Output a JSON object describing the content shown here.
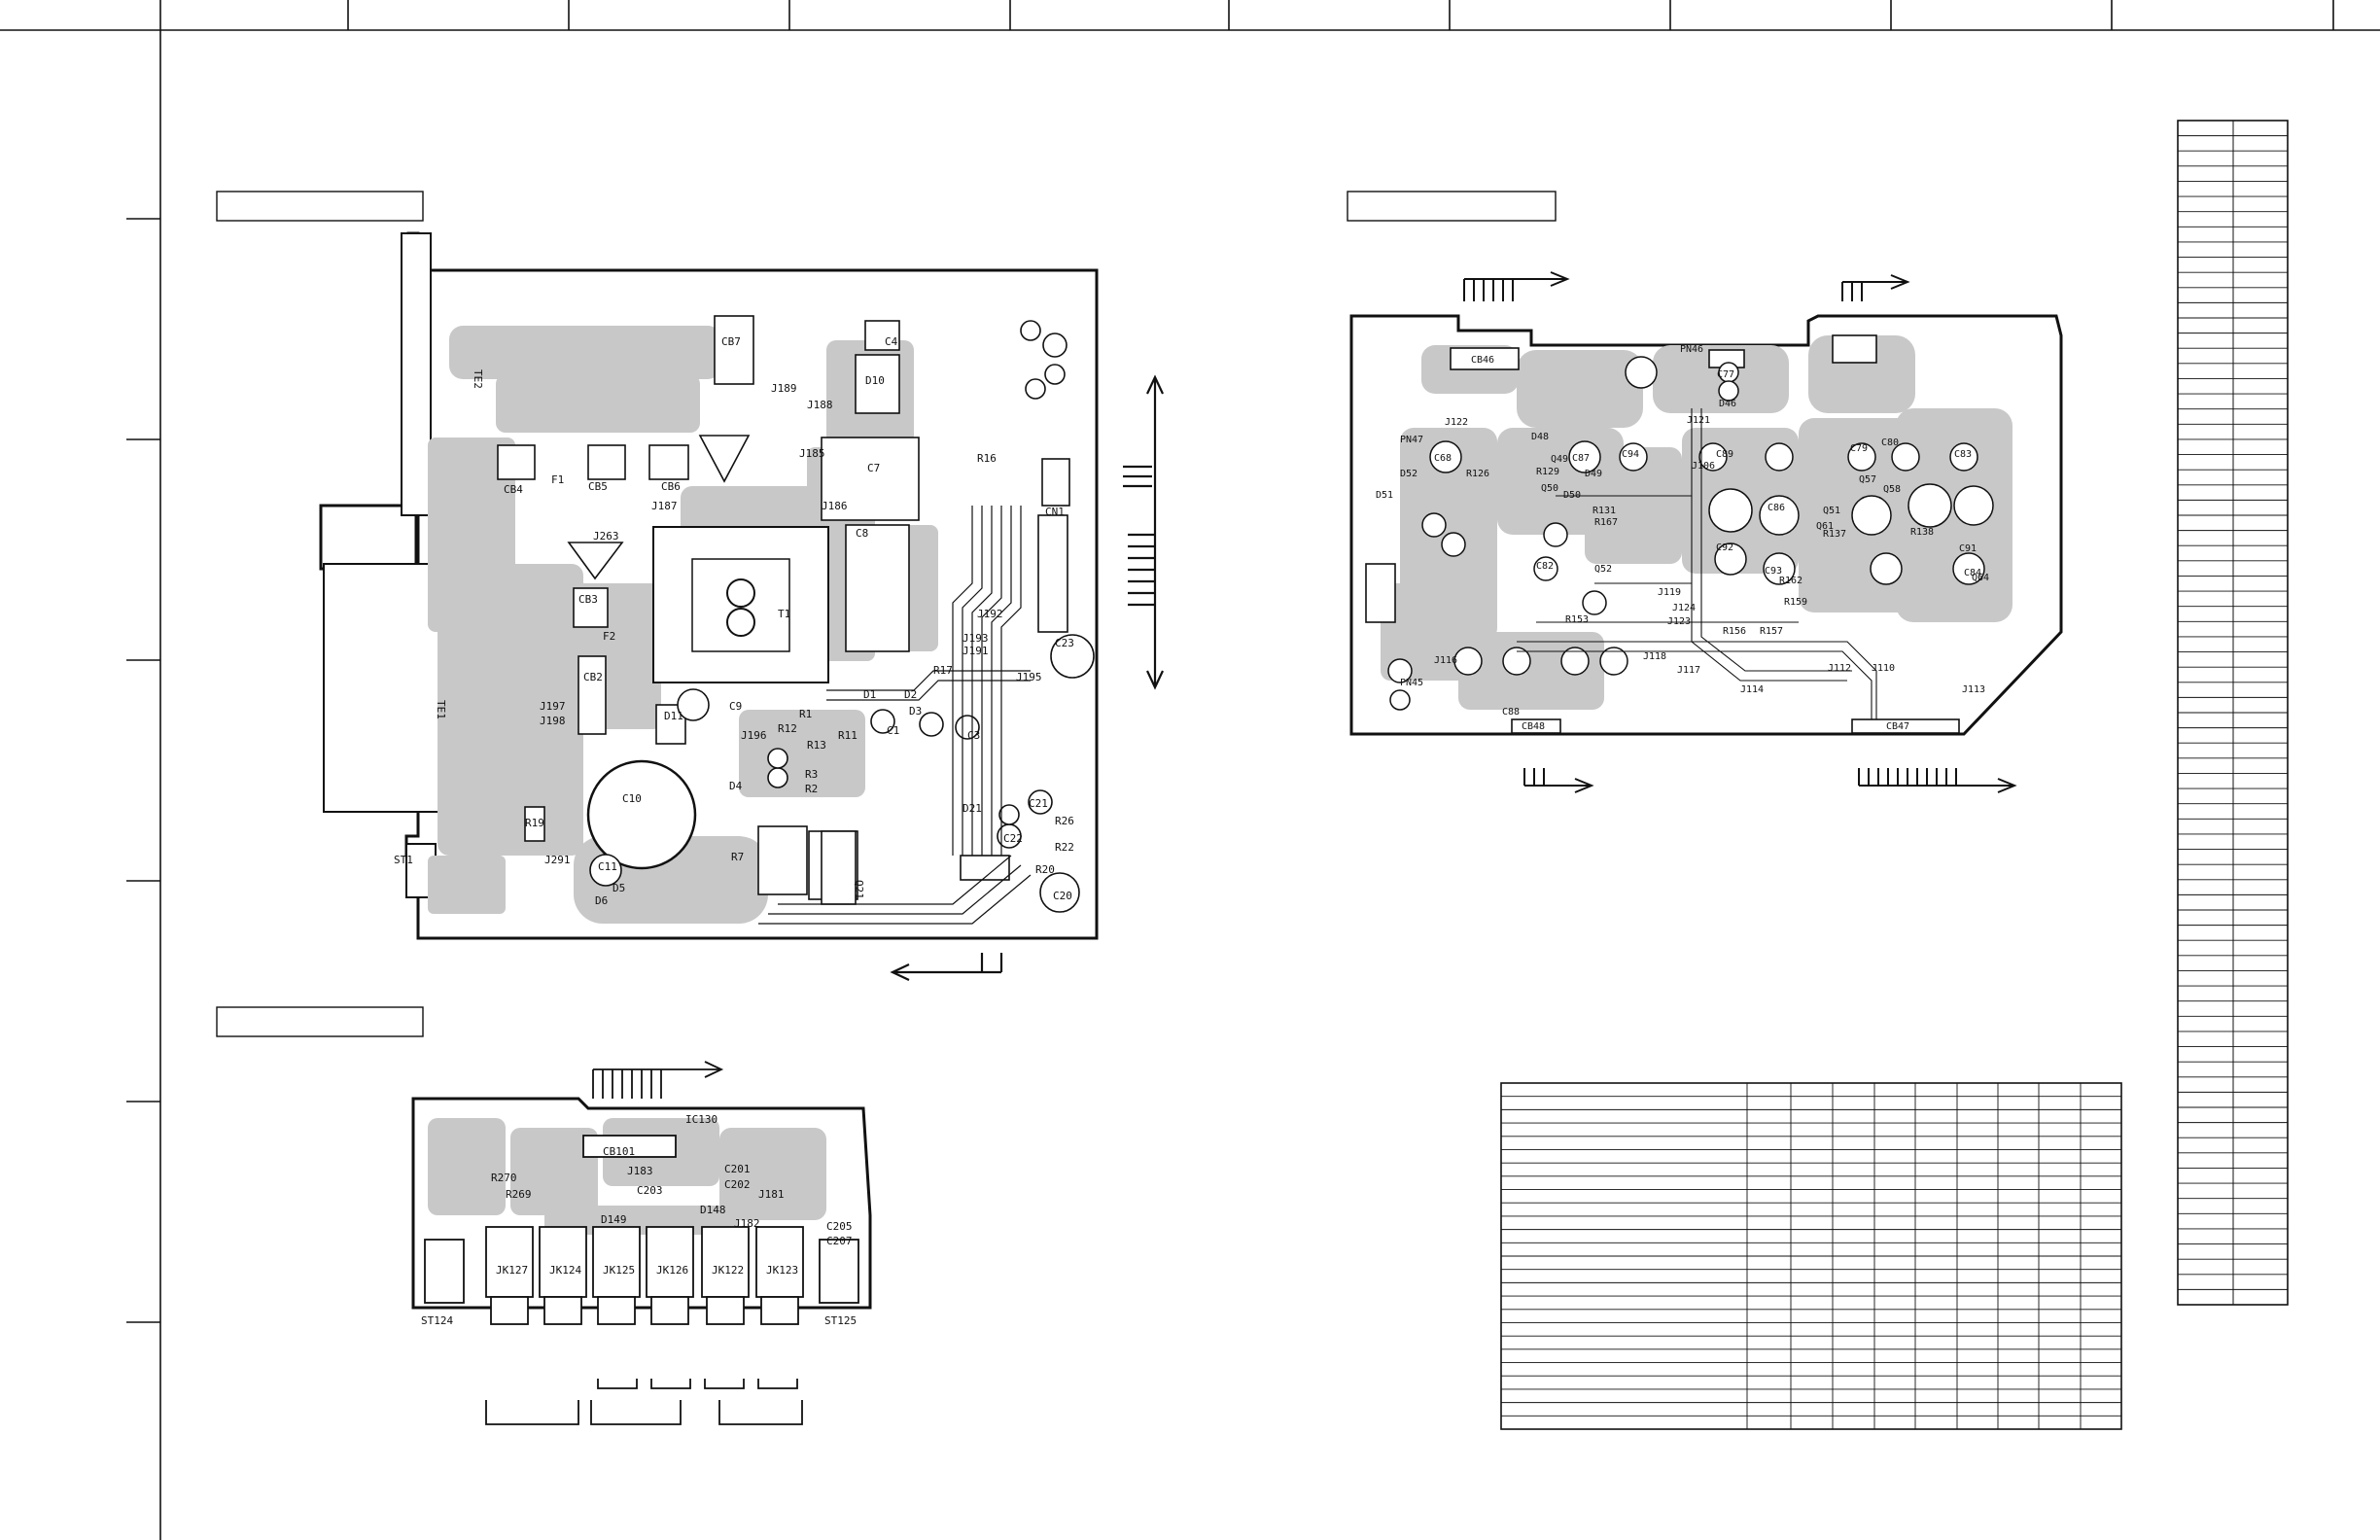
{
  "power_board": {
    "labels": [
      "TE2",
      "CB7",
      "C4",
      "D10",
      "J189",
      "J188",
      "J185",
      "CB4",
      "F1",
      "CB5",
      "CB6",
      "C7",
      "J187",
      "J186",
      "C8",
      "T1",
      "J263",
      "CB3",
      "F2",
      "CB2",
      "TE1",
      "J197",
      "J198",
      "D11",
      "C9",
      "J196",
      "R1",
      "R13",
      "C10",
      "R19",
      "D4",
      "R3",
      "R2",
      "ST1",
      "J291",
      "C11",
      "D5",
      "D6",
      "R7",
      "R12",
      "R11",
      "D1",
      "D2",
      "D3",
      "C1",
      "C3",
      "C21",
      "C22",
      "D21",
      "R26",
      "R22",
      "R20",
      "C23",
      "C20",
      "CN1",
      "J192",
      "J191",
      "J193",
      "J195",
      "Q21",
      "R17",
      "R16"
    ]
  },
  "jack_board": {
    "labels": [
      "CB101",
      "J183",
      "J181",
      "J182",
      "D148",
      "D149",
      "C201",
      "C202",
      "C203",
      "C205",
      "C207",
      "R270",
      "R269",
      "JK127",
      "JK124",
      "JK125",
      "JK126",
      "JK122",
      "JK123",
      "ST124",
      "ST125",
      "IC130"
    ]
  },
  "amp_board": {
    "labels": [
      "CB46",
      "PN46",
      "PN47",
      "PN45",
      "C77",
      "D46",
      "J122",
      "J121",
      "J106",
      "J124",
      "J123",
      "J119",
      "J118",
      "J117",
      "C68",
      "C87",
      "C79",
      "C80",
      "C89",
      "C94",
      "C86",
      "C93",
      "C92",
      "C91",
      "C82",
      "C83",
      "C84",
      "C88",
      "R126",
      "R129",
      "R131",
      "R153",
      "R137",
      "R138",
      "R156",
      "R157",
      "R159",
      "R162",
      "R167",
      "Q49",
      "Q50",
      "Q51",
      "Q52",
      "Q57",
      "Q58",
      "Q61",
      "Q64",
      "D48",
      "D49",
      "D50",
      "D51",
      "D52",
      "CB47",
      "CB48",
      "J116",
      "J114",
      "J112",
      "J110",
      "J113"
    ]
  }
}
